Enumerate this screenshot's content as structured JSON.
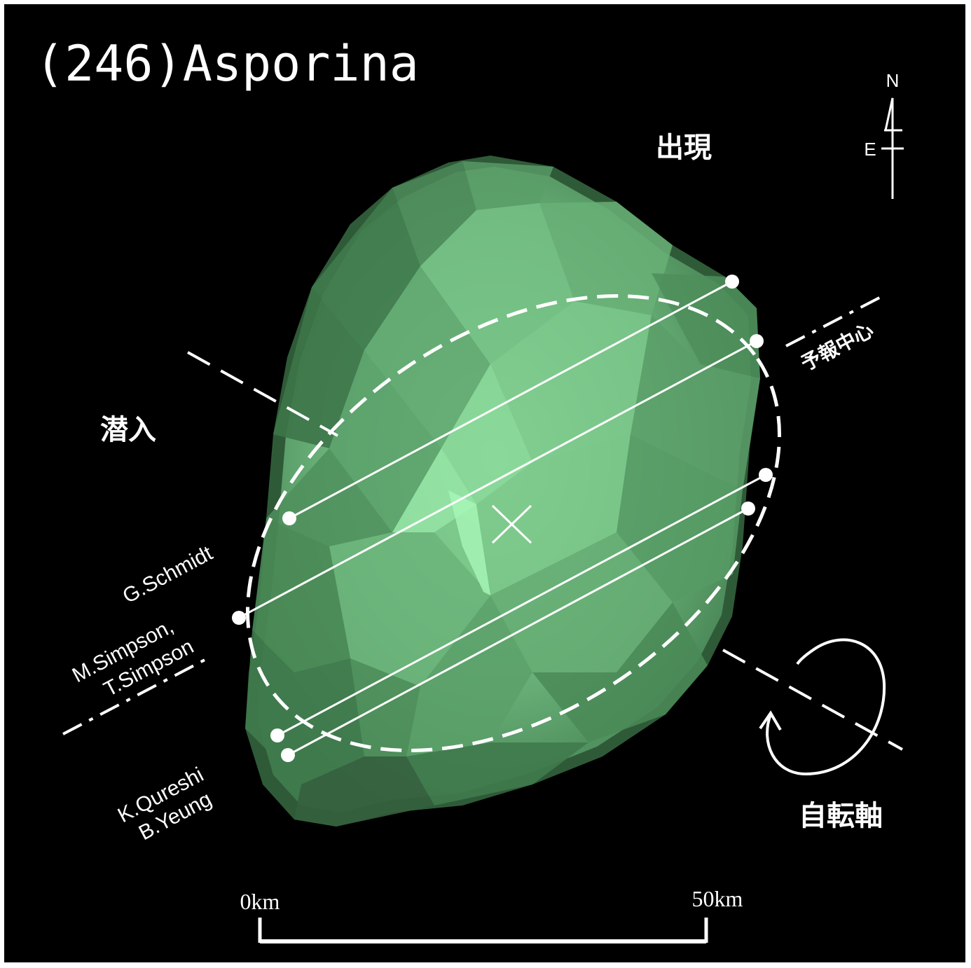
{
  "title": "(246)Asporina",
  "labels": {
    "reappearance": "出現",
    "disappearance": "潜入",
    "predicted_center": "予報中心",
    "rotation_axis": "自転軸"
  },
  "compass": {
    "north": "N",
    "east": "E"
  },
  "observers": {
    "chord1": "G.Schmidt",
    "chord2_line1": "M.Simpson,",
    "chord2_line2": "T.Simpson",
    "chord3_line1": "K.Qureshi",
    "chord3_line2": "B.Yeung"
  },
  "scale_bar": {
    "start_label": "0km",
    "end_label": "50km"
  },
  "colors": {
    "background": "#000000",
    "asteroid_fill": "#6fb87f",
    "asteroid_highlight": "#9ef0b0",
    "overlay": "#ffffff"
  }
}
